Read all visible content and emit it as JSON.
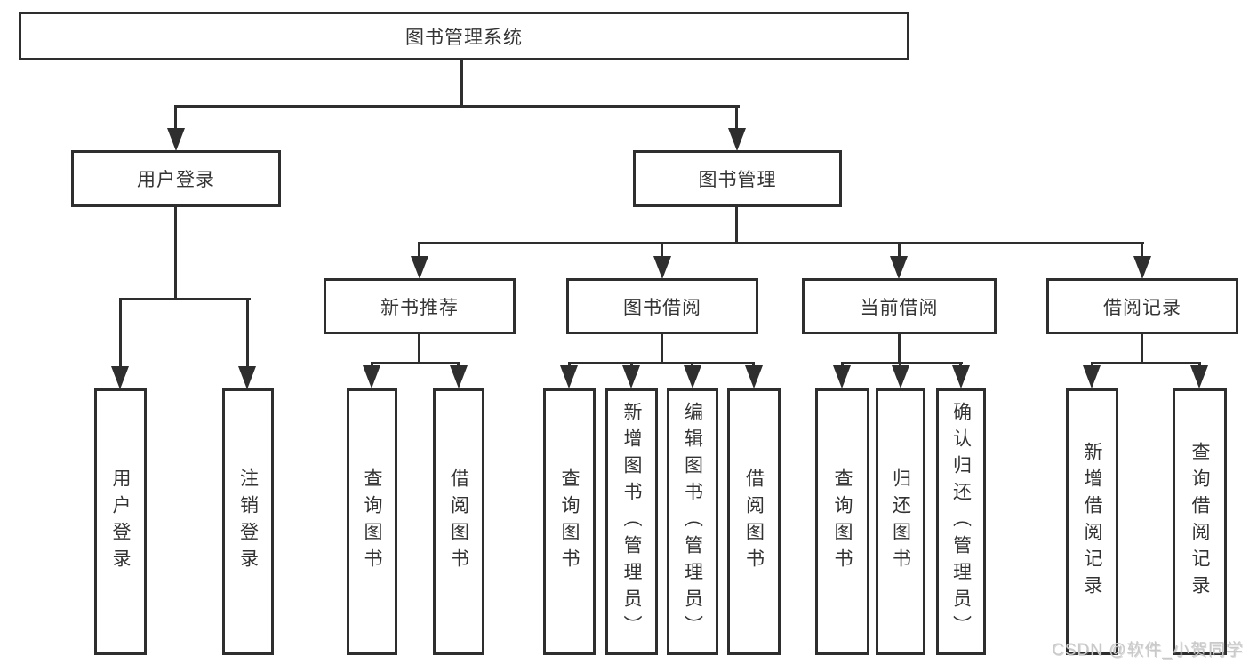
{
  "tree": {
    "root": {
      "label": "图书管理系统"
    },
    "login": {
      "label": "用户登录",
      "items": [
        {
          "label": "用户登录"
        },
        {
          "label": "注销登录"
        }
      ]
    },
    "mgmt": {
      "label": "图书管理",
      "groups": [
        {
          "label": "新书推荐",
          "items": [
            {
              "label": "查询图书"
            },
            {
              "label": "借阅图书"
            }
          ]
        },
        {
          "label": "图书借阅",
          "items": [
            {
              "label": "查询图书"
            },
            {
              "label": "新增图书（管理员）"
            },
            {
              "label": "编辑图书（管理员）"
            },
            {
              "label": "借阅图书"
            }
          ]
        },
        {
          "label": "当前借阅",
          "items": [
            {
              "label": "查询图书"
            },
            {
              "label": "归还图书"
            },
            {
              "label": "确认归还（管理员）"
            }
          ]
        },
        {
          "label": "借阅记录",
          "items": [
            {
              "label": "新增借阅记录"
            },
            {
              "label": "查询借阅记录"
            }
          ]
        }
      ]
    }
  },
  "watermark": {
    "text": "CSDN @软件_小贺同学"
  },
  "colors": {
    "line": "#2e2e2e",
    "text": "#333333",
    "box_background": "#ffffff",
    "page_background": "#ffffff",
    "watermark": "#c9c9c9"
  }
}
